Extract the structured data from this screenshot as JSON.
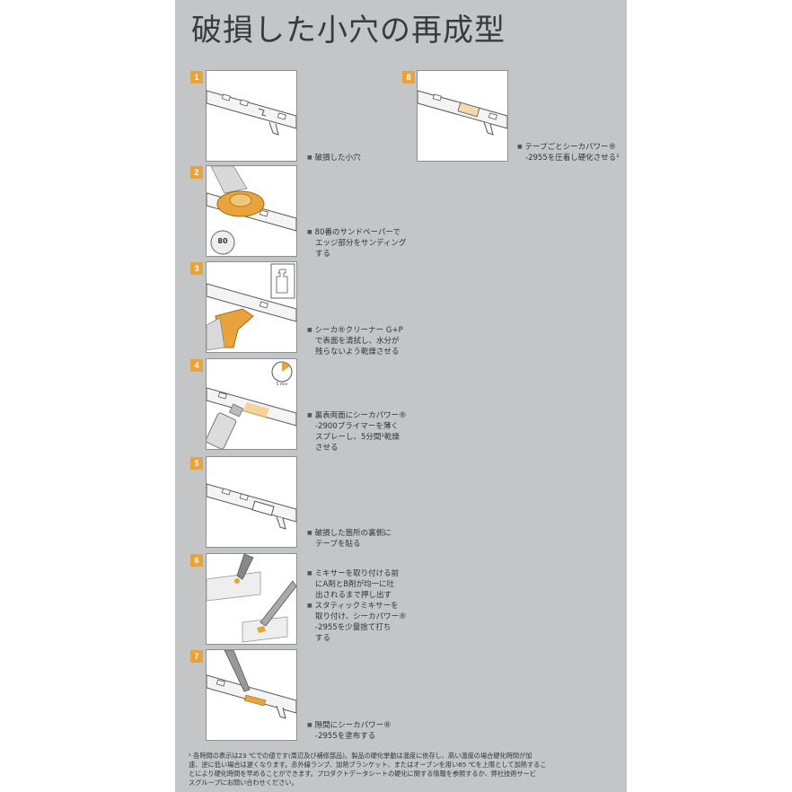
{
  "title": "破損した小穴の再成型",
  "steps": [
    {
      "num": "1",
      "lines": [
        "破損した小穴"
      ]
    },
    {
      "num": "2",
      "badge_text": "80",
      "lines": [
        "80番のサンドペーパーで",
        "エッジ部分をサンディング",
        "する"
      ]
    },
    {
      "num": "3",
      "lines": [
        "シーカ®クリーナー G+P",
        "で表面を清拭し、水分が",
        "残らないよう乾燥させる"
      ]
    },
    {
      "num": "4",
      "timer_text": "5 min",
      "lines": [
        "裏表両面にシーカパワー®",
        "-2900プライマーを薄く",
        "スプレーし、5分間¹乾燥",
        "させる"
      ]
    },
    {
      "num": "5",
      "lines": [
        "破損した箇所の裏側に",
        "テープを貼る"
      ]
    },
    {
      "num": "6",
      "items": [
        [
          "ミキサーを取り付ける前",
          "にA剤とB剤が均一に吐",
          "出されるまで押し出す"
        ],
        [
          "スタティックミキサーを",
          "取り付け、シーカパワー®",
          "-2955を少量捨て打ち",
          "する"
        ]
      ]
    },
    {
      "num": "7",
      "lines": [
        "隙間にシーカパワー®",
        "-2955を塗布する"
      ]
    },
    {
      "num": "8",
      "lines": [
        "テープごとシーカパワー®",
        "-2955を圧着し硬化させる¹"
      ]
    }
  ],
  "footnote": [
    "¹ 各時間の表示は23 ℃での値です(周辺及び補修部品)。製品の硬化挙動は温度に依存し、高い温度の場合硬化時間が加",
    "速、逆に低い場合は遅くなります。赤外線ランプ、加熱ブランケット、またはオーブンを用い85 ℃を上限として加熱するこ",
    "とにより硬化時間を早めることができます。プロダクトデータシートの硬化に関する情報を参照するか、弊社技術サービ",
    "スグループにお問い合わせください。"
  ],
  "colors": {
    "panel": "#c3c5c7",
    "accent": "#e8a33a",
    "frame_border": "#8c8e90",
    "text": "#333333"
  }
}
